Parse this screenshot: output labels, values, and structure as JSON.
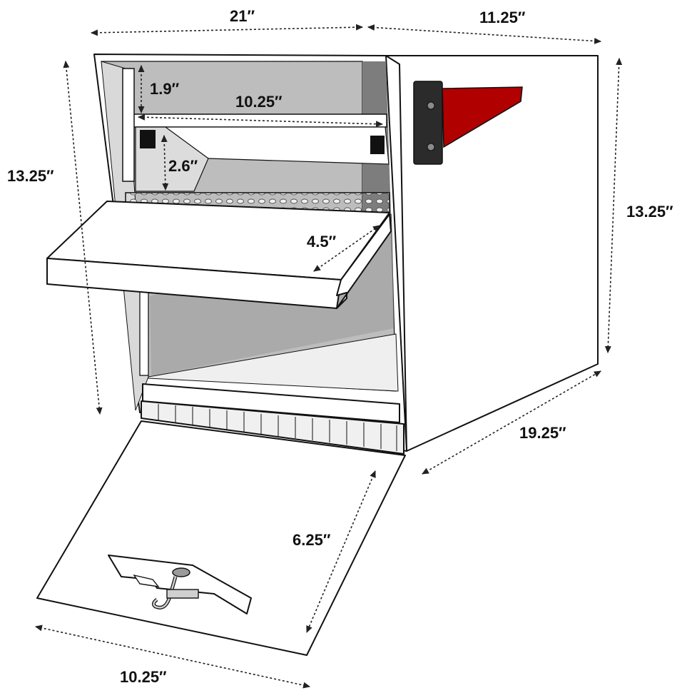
{
  "colors": {
    "flag": "#b00000",
    "flag_bracket": "#2b2b2b",
    "body": "#ffffff",
    "interior": "#bdbdbd",
    "interior_dark": "#7d7d7d",
    "outline": "#111111"
  },
  "dimensions": {
    "top_width": "21″",
    "top_depth": "11.25″",
    "left_height": "13.25″",
    "right_height": "13.25″",
    "slot_height": "1.9″",
    "slot_width": "10.25″",
    "bracket_height": "2.6″",
    "tray_depth": "4.5″",
    "side_depth": "19.25″",
    "door_height": "6.25″",
    "door_width": "10.25″"
  }
}
